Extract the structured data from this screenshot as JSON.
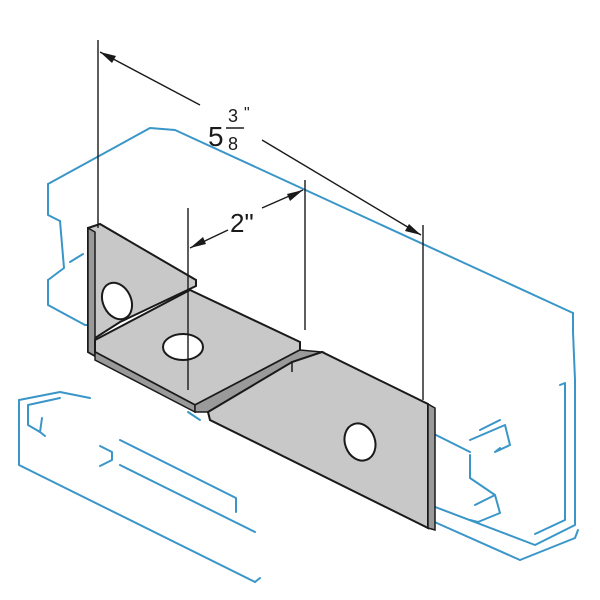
{
  "colors": {
    "channel": "#3a96c8",
    "bracket_face": "#c8c8c8",
    "bracket_dark": "#9a9a9a",
    "outline": "#1a1a1a"
  },
  "dimensions": {
    "overall": {
      "whole": "5",
      "numerator": "3",
      "denominator": "8",
      "unit": "\""
    },
    "hole_spacing": {
      "label": "2\""
    }
  }
}
